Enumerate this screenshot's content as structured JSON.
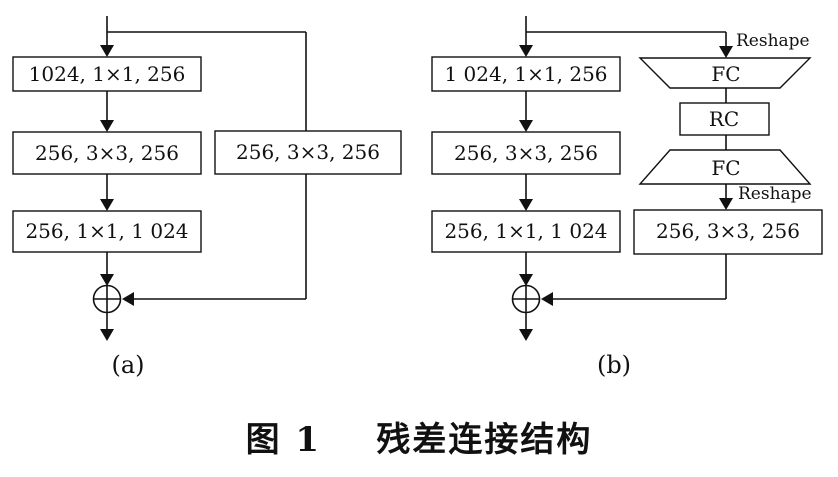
{
  "diagram_a": {
    "subfigure_label": "(a)",
    "main_path": {
      "block1": "1024, 1×1, 256",
      "block2": "256, 3×3, 256",
      "block3": "256, 1×1, 1 024"
    },
    "shortcut_block": "256, 3×3, 256",
    "adder_symbol": "⊕"
  },
  "diagram_b": {
    "subfigure_label": "(b)",
    "main_path": {
      "block1": "1 024, 1×1, 256",
      "block2": "256, 3×3, 256",
      "block3": "256, 1×1, 1 024"
    },
    "shortcut": {
      "reshape_top": "Reshape",
      "fc_top": "FC",
      "rc": "RC",
      "fc_bottom": "FC",
      "reshape_bottom": "Reshape",
      "conv_block": "256, 3×3, 256"
    },
    "adder_symbol": "⊕"
  },
  "figure_caption": "图 1    残差连接结构"
}
